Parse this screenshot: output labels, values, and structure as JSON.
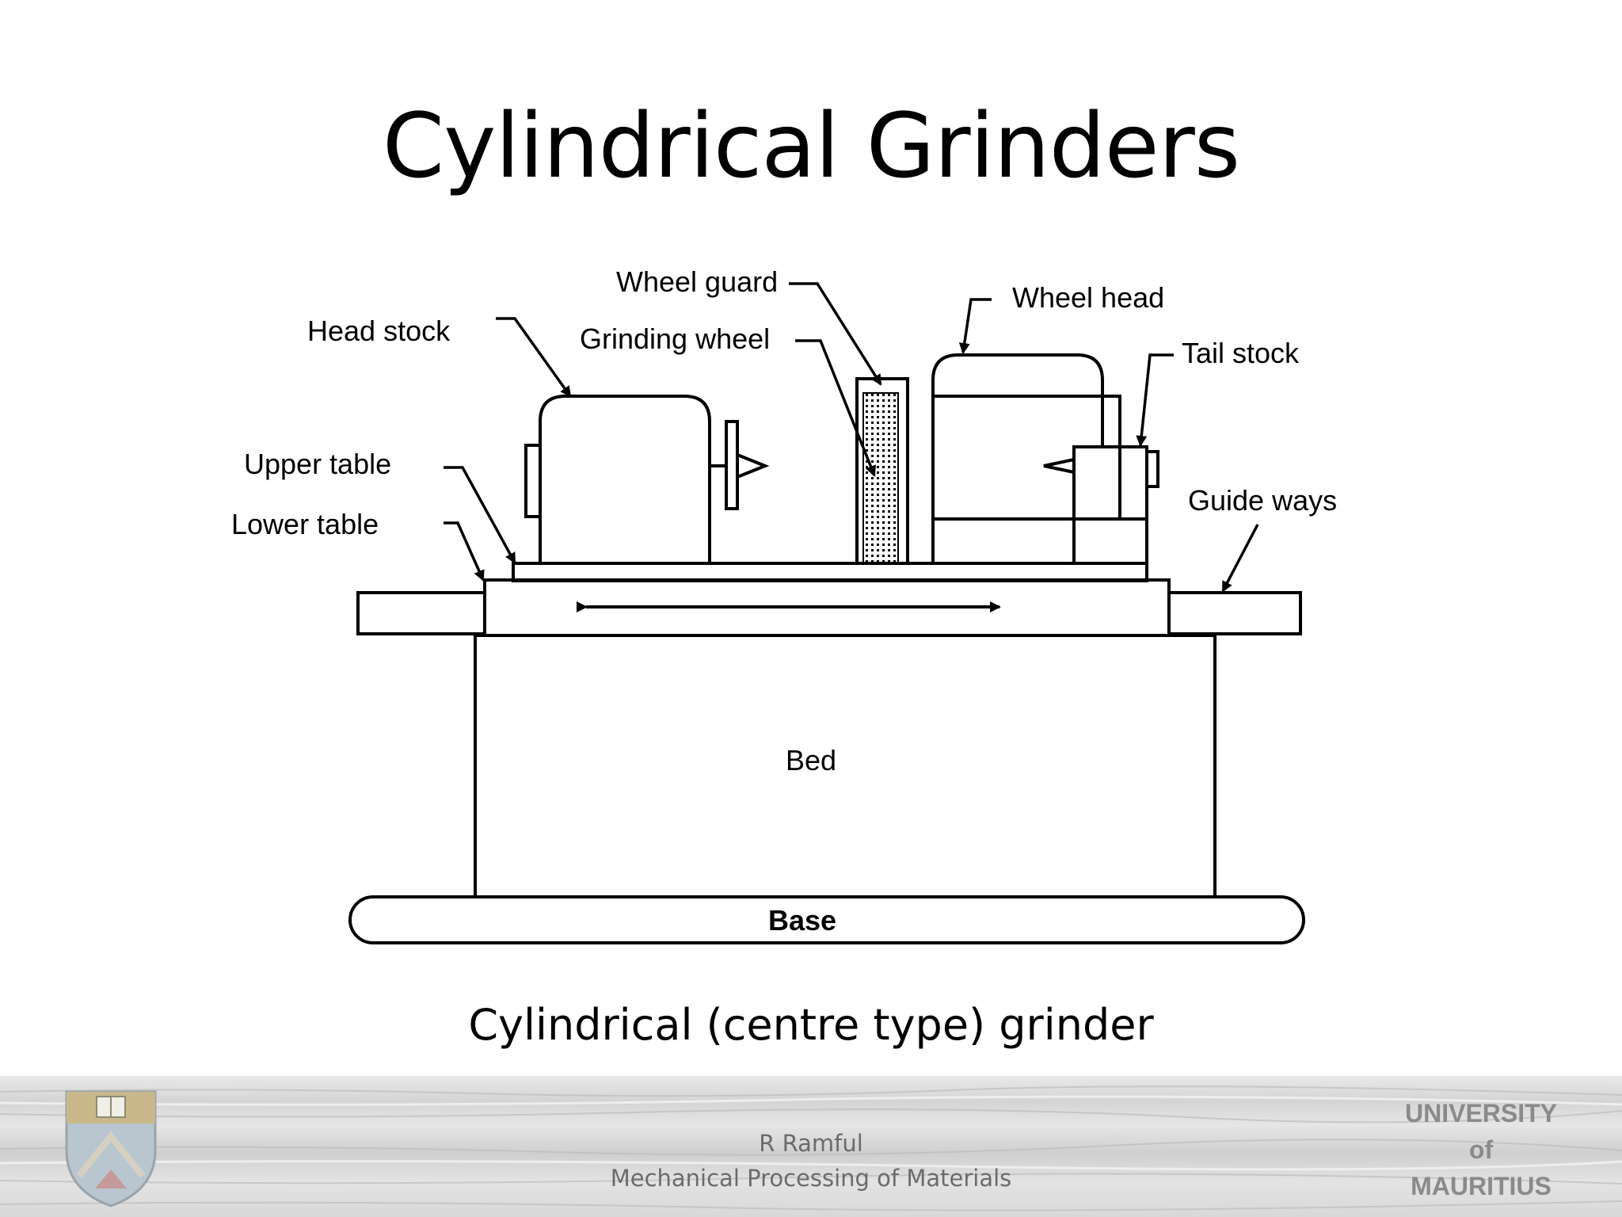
{
  "slide": {
    "title": "Cylindrical Grinders",
    "caption": "Cylindrical (centre type) grinder"
  },
  "diagram": {
    "labels": {
      "wheel_guard": "Wheel guard",
      "wheel_head": "Wheel head",
      "head_stock": "Head stock",
      "grinding_wheel": "Grinding wheel",
      "tail_stock": "Tail stock",
      "upper_table": "Upper table",
      "lower_table": "Lower table",
      "guide_ways": "Guide ways",
      "bed": "Bed",
      "base": "Base"
    }
  },
  "footer": {
    "author": "R Ramful",
    "course": "Mechanical Processing of Materials",
    "logo_text": [
      "UNIVERSITY",
      "of",
      "MAURITIUS"
    ]
  }
}
